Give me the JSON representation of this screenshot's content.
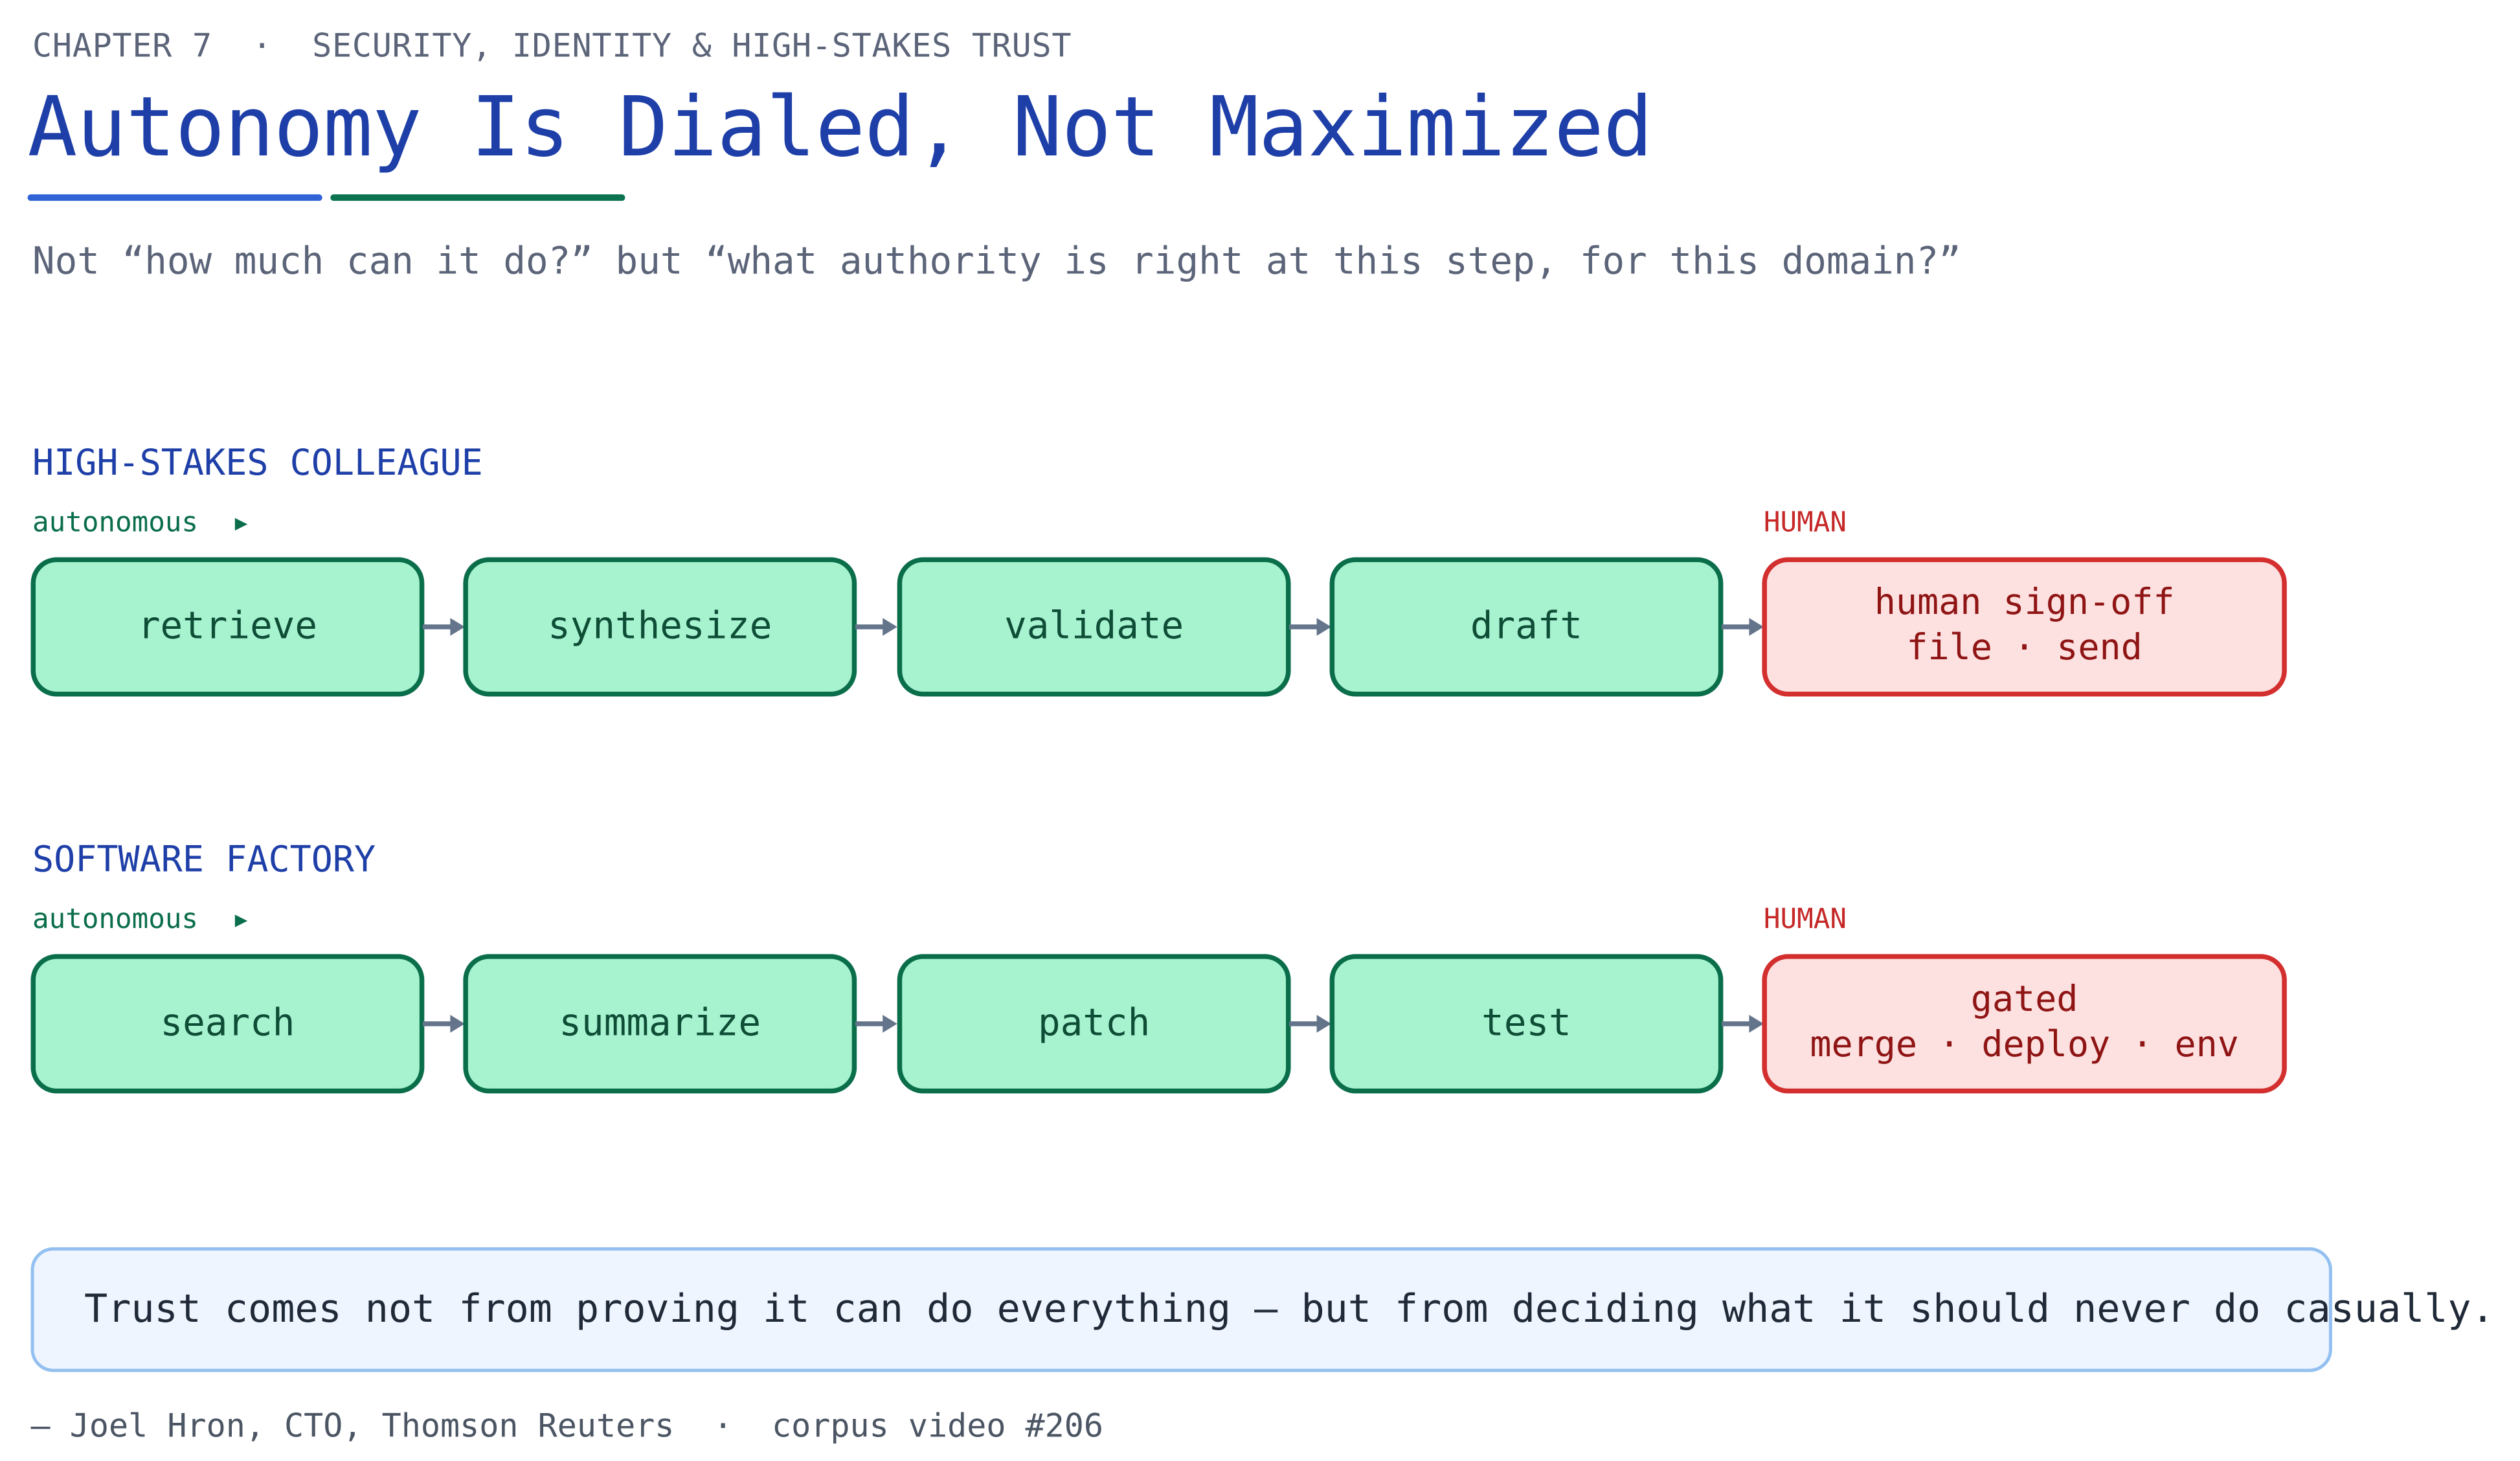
{
  "header": {
    "eyebrow": "CHAPTER 7  ·  SECURITY, IDENTITY & HIGH-STAKES TRUST",
    "title": "Autonomy Is Dialed, Not Maximized",
    "subtitle": "Not “how much can it do?” but “what authority is right at this step, for this domain?”"
  },
  "lanes": [
    {
      "title": "HIGH-STAKES COLLEAGUE",
      "autonomous_label": "autonomous",
      "autonomous_marker": "▶",
      "human_label": "HUMAN",
      "steps": [
        "retrieve",
        "synthesize",
        "validate",
        "draft"
      ],
      "gate": {
        "line1": "human sign-off",
        "line2": "file · send"
      }
    },
    {
      "title": "SOFTWARE FACTORY",
      "autonomous_label": "autonomous",
      "autonomous_marker": "▶",
      "human_label": "HUMAN",
      "steps": [
        "search",
        "summarize",
        "patch",
        "test"
      ],
      "gate": {
        "line1": "gated",
        "line2": "merge · deploy · env"
      }
    }
  ],
  "quote": {
    "text": "Trust comes not from proving it can do everything — but from deciding what it should never do casually.",
    "attribution": "— Joel Hron, CTO, Thomson Reuters  ·  corpus video #206"
  },
  "colors": {
    "title": "#1e3fa8",
    "underline_blue": "#2f63d6",
    "underline_green": "#0b7350",
    "step_fill": "#a7f3d0",
    "step_border": "#0b6e4a",
    "gate_fill": "#fde0e0",
    "gate_border": "#d32f2f",
    "connector": "#64748b",
    "quote_fill": "#eef5ff",
    "quote_border": "#93c0f0"
  }
}
